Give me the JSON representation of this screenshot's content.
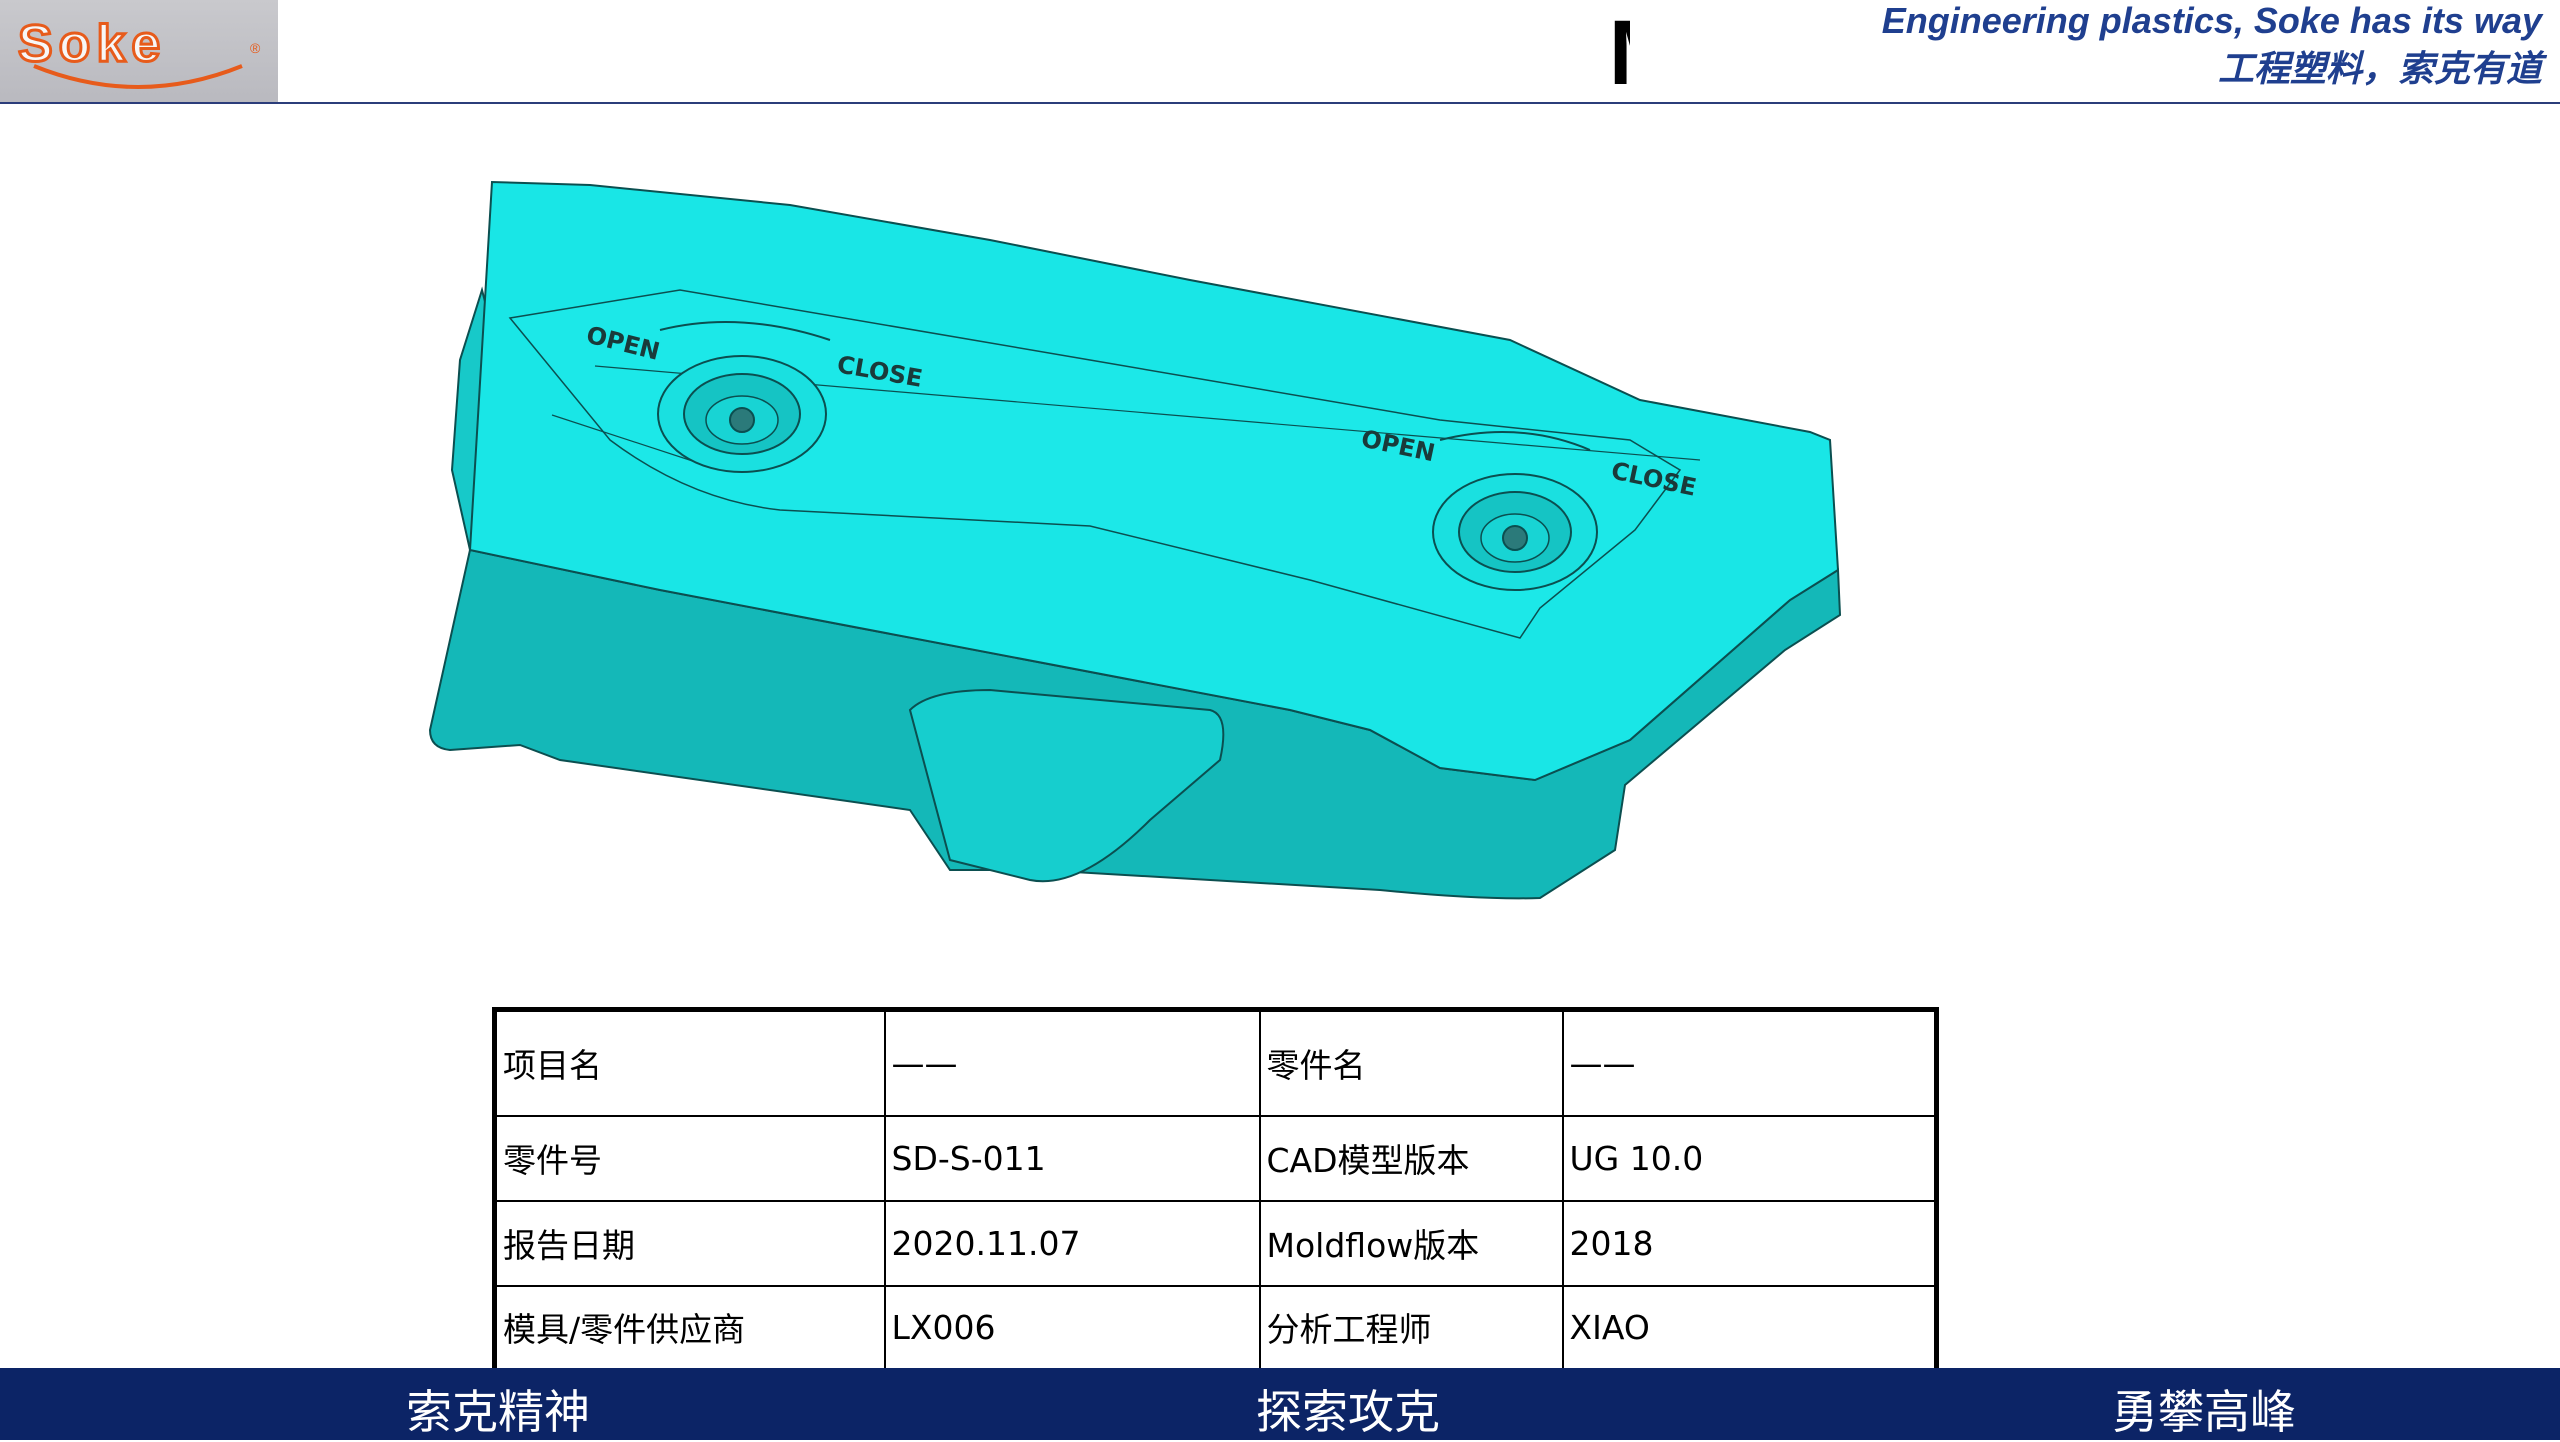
{
  "header": {
    "logo_text": "Soke",
    "title": "Mold flow analysis report",
    "tagline_en": "Engineering plastics, Soke has its way",
    "tagline_cn": "工程塑料，索克有道"
  },
  "model": {
    "labels": [
      "OPEN",
      "CLOSE",
      "OPEN",
      "CLOSE"
    ],
    "colors": {
      "top": "#19e6e6",
      "side": "#14b8b8",
      "edge": "#0b4f50"
    }
  },
  "info_table": {
    "rows": [
      {
        "k1": "项目名",
        "v1": "——",
        "k2": "零件名",
        "v2": "——"
      },
      {
        "k1": "零件号",
        "v1": "SD-S-011",
        "k2": "CAD模型版本",
        "v2": "UG 10.0"
      },
      {
        "k1": "报告日期",
        "v1": "2020.11.07",
        "k2": "Moldflow版本",
        "v2": "2018"
      },
      {
        "k1": "模具/零件供应商",
        "v1": "LX006",
        "k2": "分析工程师",
        "v2": "XIAO"
      }
    ]
  },
  "footer": {
    "items": [
      "索克精神",
      "探索攻克",
      "勇攀高峰"
    ]
  },
  "colors": {
    "brand_blue": "#1f3f8f",
    "footer_bg": "#0c2466",
    "logo_orange": "#e75b1b"
  }
}
